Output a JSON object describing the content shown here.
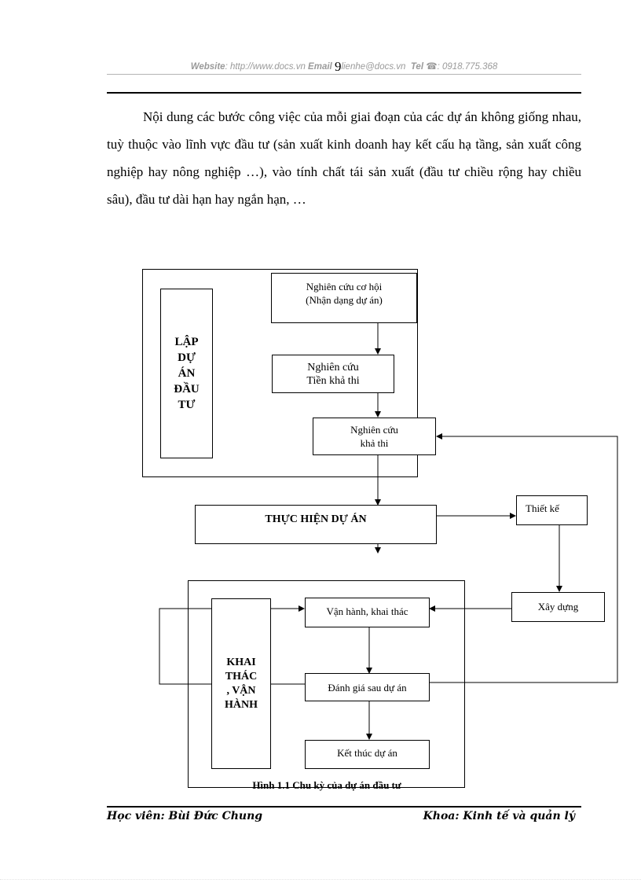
{
  "header": {
    "website_label": "Website",
    "website_value": ": http://www.docs.vn",
    "email_label": "Email",
    "page_number": "9",
    "email_value": "lienhe@docs.vn",
    "tel_label": "Tel",
    "tel_value": ": 0918.775.368"
  },
  "paragraph": "Nội dung các bước công việc của mỗi giai đoạn của các dự án không giống nhau, tuỳ thuộc vào lĩnh vực đầu tư (sản xuất kinh doanh hay kết cấu hạ tầng, sản xuất công nghiệp hay nông nghiệp …), vào tính chất tái sản xuất (đầu tư chiều rộng hay chiều sâu), đầu tư dài hạn hay ngắn hạn, …",
  "diagram": {
    "phase1_label": [
      "LẬP",
      "DỰ",
      "ÁN",
      "ĐẦU",
      "TƯ"
    ],
    "step_opportunity": [
      "Nghiên cứu cơ hội",
      "(Nhận dạng dự án)"
    ],
    "step_prefeasibility": [
      "Nghiên cứu",
      "Tiền khả thi"
    ],
    "step_feasibility": [
      "Nghiên cứu",
      "khả thi"
    ],
    "phase2_label": "THỰC HIỆN DỰ ÁN",
    "step_design": "Thiết kế",
    "step_construction": "Xây dựng",
    "phase3_label": [
      "KHAI",
      "THÁC",
      ", VẬN",
      "HÀNH"
    ],
    "step_operation": "Vận hành, khai thác",
    "step_evaluation": "Đánh giá sau dự án",
    "step_end": "Kết thúc dự án",
    "caption": "Hình 1.1 Chu kỳ của dự án đầu tư"
  },
  "footer": {
    "student": "Học viên: Bùi Đức Chung",
    "faculty": "Khoa: Kinh tế và quản lý"
  }
}
